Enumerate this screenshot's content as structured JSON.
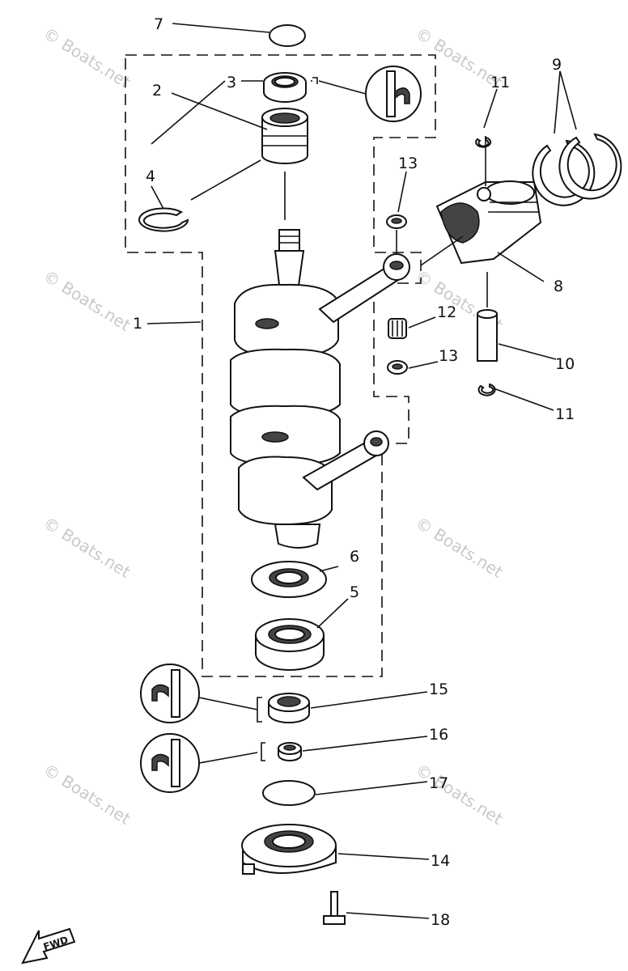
{
  "diagram": {
    "callouts": [
      "1",
      "2",
      "3",
      "4",
      "5",
      "6",
      "7",
      "8",
      "9",
      "10",
      "11",
      "11",
      "12",
      "13",
      "13",
      "14",
      "15",
      "16",
      "17",
      "18"
    ],
    "watermark": "© Boats.net",
    "fwd_label": "FWD"
  }
}
